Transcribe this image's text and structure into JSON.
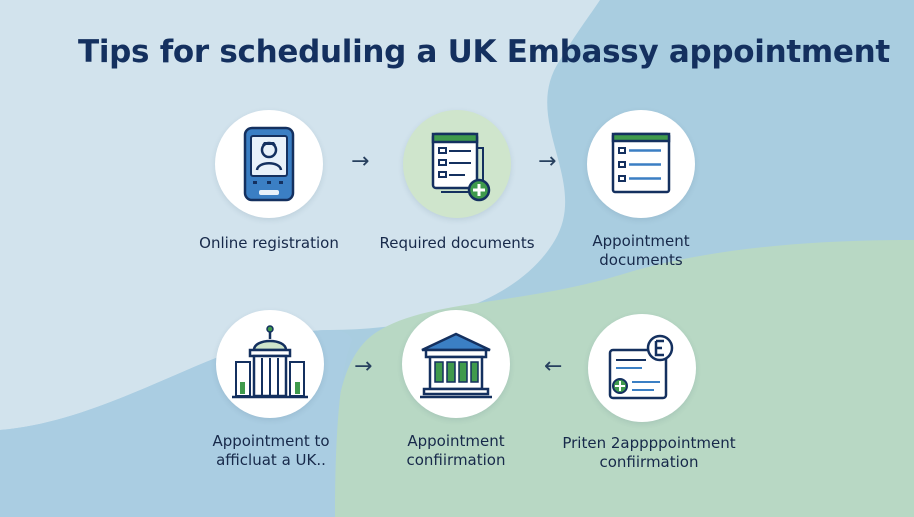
{
  "title": "Tips for scheduling a UK Embassy appointment",
  "colors": {
    "navy": "#14305f",
    "blue": "#3b7fc4",
    "green": "#3f9a4c",
    "light_green": "#cfe5cc"
  },
  "steps": [
    {
      "label": "Online registration",
      "icon": "tablet-user-icon"
    },
    {
      "label": "Required documents",
      "icon": "document-add-icon"
    },
    {
      "label": "Appointment\ndocuments",
      "icon": "form-list-icon"
    },
    {
      "label": "Appointment to\nafficluat a UK..",
      "icon": "building-dome-icon"
    },
    {
      "label": "Appointment\nconfiirmation",
      "icon": "embassy-building-icon"
    },
    {
      "label": "Priten 2appppointment\nconfiirmation",
      "icon": "ticket-confirmation-icon"
    }
  ],
  "arrows": [
    "→",
    "→",
    "→",
    "←"
  ]
}
